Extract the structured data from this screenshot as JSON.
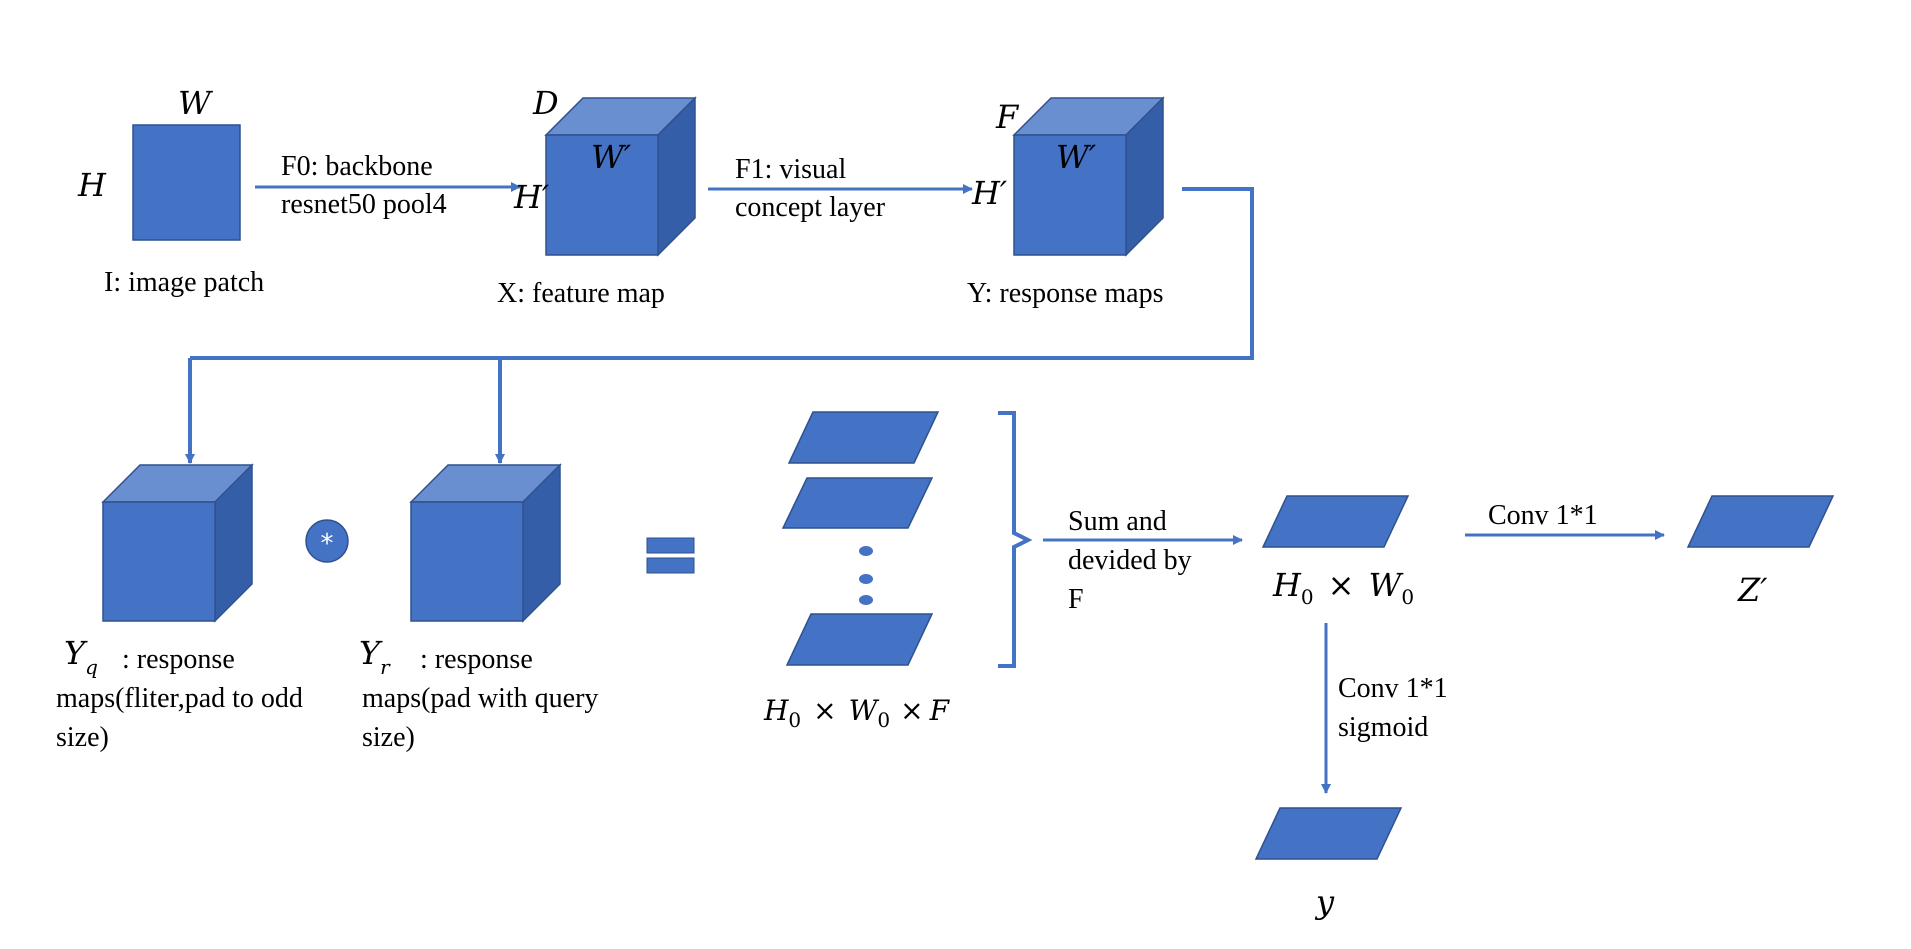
{
  "colors": {
    "fill": "#4472c4",
    "top": "#6a8fd0",
    "side": "#355ea8",
    "stroke": "#2f528f",
    "line": "#4472c4"
  },
  "labels": {
    "input_w": "W",
    "input_h": "H",
    "input_caption": "I: image patch",
    "f0_line1": "F0: backbone",
    "f0_line2": "resnet50 pool4",
    "feat_d": "D",
    "feat_w": "W′",
    "feat_h": "H′",
    "feat_caption": "X: feature map",
    "f1_line1": "F1: visual",
    "f1_line2": "concept layer",
    "resp_f": "F",
    "resp_w": "W′",
    "resp_h": "H′",
    "resp_caption": "Y: response maps",
    "yq_sym": "Y",
    "yq_sub": "q",
    "yq_line1": ": response",
    "yq_line2": "maps(fliter,pad to odd",
    "yq_line3": "size)",
    "conv_op": "*",
    "yr_sym": "Y",
    "yr_sub": "r",
    "yr_line1": ": response",
    "yr_line2": "maps(pad with query",
    "yr_line3": "size)",
    "stack_h": "H",
    "stack_sub1": "0",
    "stack_times1": "×",
    "stack_w": "W",
    "stack_sub2": "0",
    "stack_times2": "×",
    "stack_f": "F",
    "sum_line1": "Sum and",
    "sum_line2": "devided by",
    "sum_line3": "F",
    "mid_h": "H",
    "mid_sub1": "0",
    "mid_times": "×",
    "mid_w": "W",
    "mid_sub2": "0",
    "conv1_label": "Conv 1*1",
    "z_label": "Z′",
    "conv2_line1": "Conv 1*1",
    "conv2_line2": "sigmoid",
    "y_label": "y"
  }
}
